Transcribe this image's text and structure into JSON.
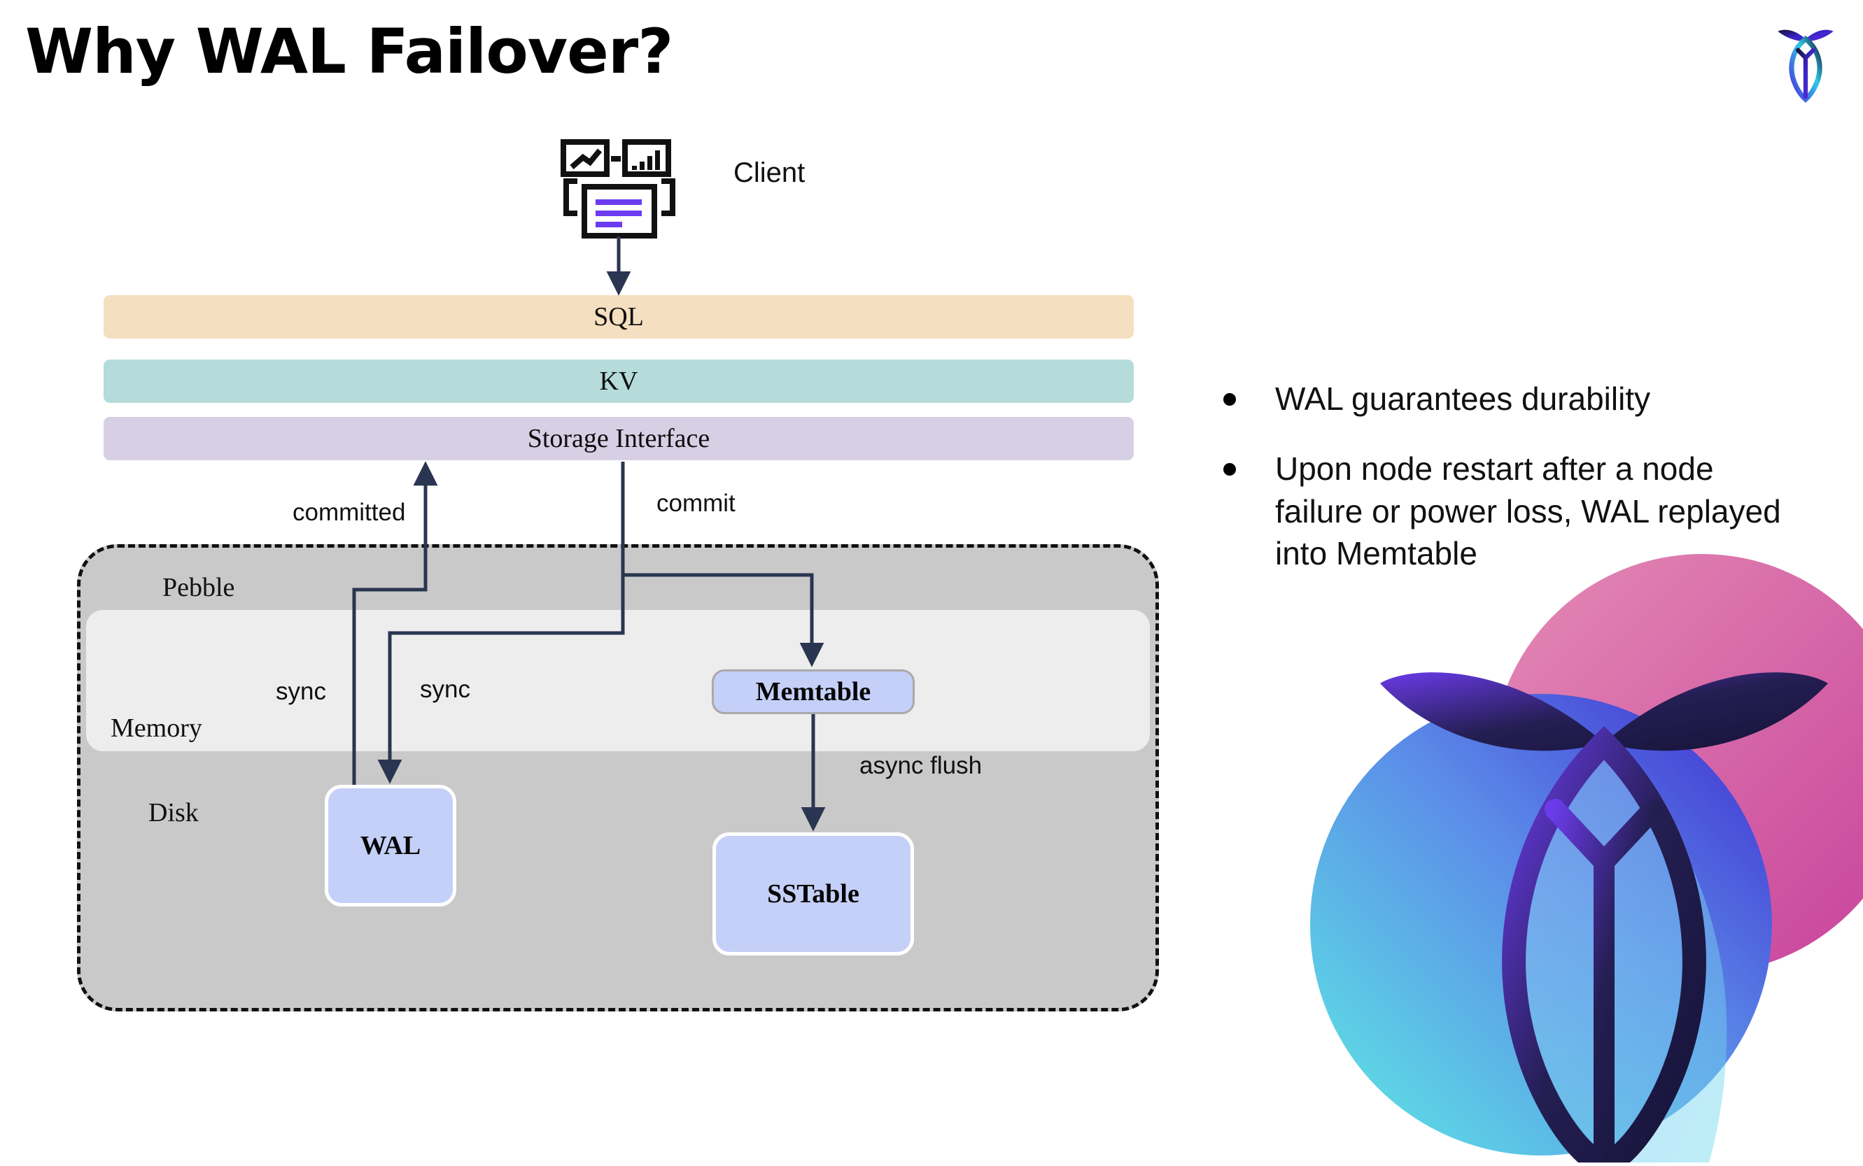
{
  "slide": {
    "title": "Why WAL Failover?",
    "brand_logo_icon": "cockroachdb-logo-icon",
    "watermark_icon": "cockroachdb-watermark-icon"
  },
  "diagram": {
    "client": {
      "label": "Client",
      "icon": "client-dashboard-icon"
    },
    "layers": [
      {
        "key": "sql",
        "label": "SQL",
        "color": "#F4DFC0"
      },
      {
        "key": "kv",
        "label": "KV",
        "color": "#B6DBDB"
      },
      {
        "key": "storage-interface",
        "label": "Storage Interface",
        "color": "#D7D0E5"
      }
    ],
    "engine": {
      "label": "Pebble",
      "fill": "#C9C9C9",
      "border_color": "#111111",
      "border_style": "dashed"
    },
    "zones": [
      {
        "key": "memory",
        "label": "Memory",
        "fill": "#EDEDED"
      },
      {
        "key": "disk",
        "label": "Disk",
        "fill": "#C9C9C9"
      }
    ],
    "nodes": [
      {
        "key": "memtable",
        "label": "Memtable",
        "fill": "#C5D0F8",
        "border": "#A9A9A9"
      },
      {
        "key": "wal",
        "label": "WAL",
        "fill": "#C5D0F8",
        "border": "#FFFFFF"
      },
      {
        "key": "sstable",
        "label": "SSTable",
        "fill": "#C5D0F8",
        "border": "#FFFFFF"
      }
    ],
    "edges": [
      {
        "key": "client-to-sql",
        "label": ""
      },
      {
        "key": "committed",
        "label": "committed"
      },
      {
        "key": "commit",
        "label": "commit"
      },
      {
        "key": "sync-left",
        "label": "sync"
      },
      {
        "key": "sync-right",
        "label": "sync"
      },
      {
        "key": "async-flush",
        "label": "async flush"
      }
    ],
    "edge_color": "#2A3551"
  },
  "bullets": [
    {
      "text": "WAL guarantees durability"
    },
    {
      "text": "Upon node restart after a node failure or power loss, WAL replayed into Memtable"
    }
  ]
}
